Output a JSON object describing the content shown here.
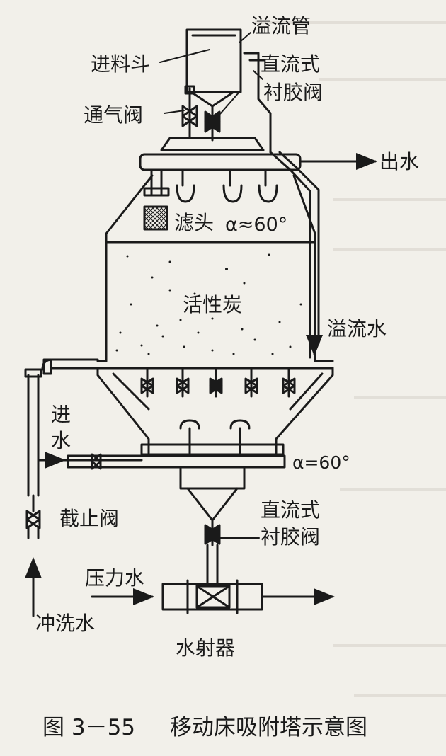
{
  "labels": {
    "overflow_pipe": "溢流管",
    "feed_hopper": "进料斗",
    "straight_flow": "直流式",
    "rubber_valve": "衬胶阀",
    "vent_valve": "通气阀",
    "water_out": "出水",
    "filter_head": "滤头",
    "angle_top": "α≈60°",
    "activated_carbon": "活性炭",
    "overflow_water": "溢流水",
    "water_in_1": "进",
    "water_in_2": "水",
    "angle_bottom": "α=60°",
    "stop_valve": "截止阀",
    "straight_flow_2": "直流式",
    "rubber_valve_2": "衬胶阀",
    "pressure_water": "压力水",
    "flush_water": "冲洗水",
    "ejector": "水射器"
  },
  "caption": {
    "number": "图 3－55",
    "title": "移动床吸附塔示意图"
  },
  "colors": {
    "ink": "#1a1a1a",
    "paper": "#f2f0ea",
    "ghost": "#b9b4aa"
  }
}
